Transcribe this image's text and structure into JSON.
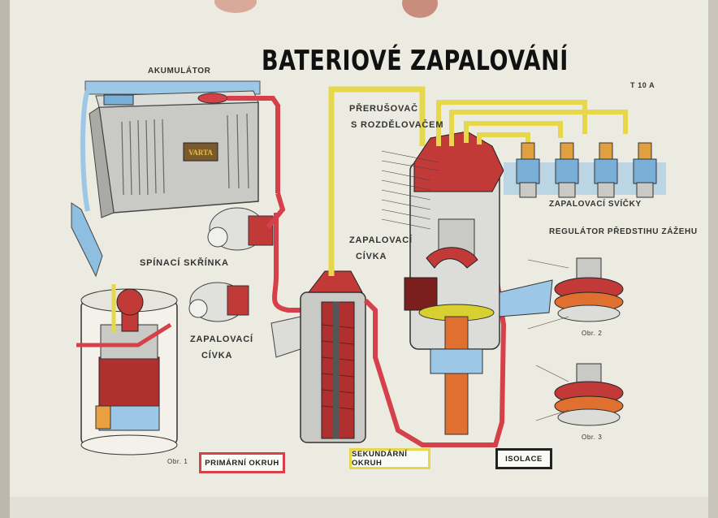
{
  "title": "BATERIOVÉ ZAPALOVÁNÍ",
  "plate_code": "T 10 A",
  "labels": {
    "akumulator": "AKUMULÁTOR",
    "spinaci_skrinka": "SPÍNACÍ SKŘÍNKA",
    "zapalovaci_civka_1": "ZAPALOVACÍ",
    "zapalovaci_civka_2": "CÍVKA",
    "zapalovaci_civka_3": "ZAPALOVACÍ",
    "zapalovaci_civka_4": "CÍVKA",
    "rerusovac_1": "PŘERUŠOVAČ",
    "rerusovac_2": "S ROZDĚLOVAČEM",
    "zapalovaci_svicky": "ZAPALOVACÍ SVÍČKY",
    "regulator": "REGULÁTOR PŘEDSTIHU ZÁŽEHU",
    "obr1": "Obr. 1",
    "obr2": "Obr. 2",
    "obr3": "Obr. 3"
  },
  "legend": {
    "primary": "PRIMÁRNÍ OKRUH",
    "secondary": "SEKUNDÁRNÍ OKRUH",
    "isolation": "ISOLACE"
  },
  "colors": {
    "paper": "#ecebe1",
    "primary_circuit": "#d6404a",
    "secondary_circuit": "#e6d84a",
    "insulation": "#9cc7e6",
    "coil_red": "#c23a38",
    "dark_outline": "#222222"
  }
}
